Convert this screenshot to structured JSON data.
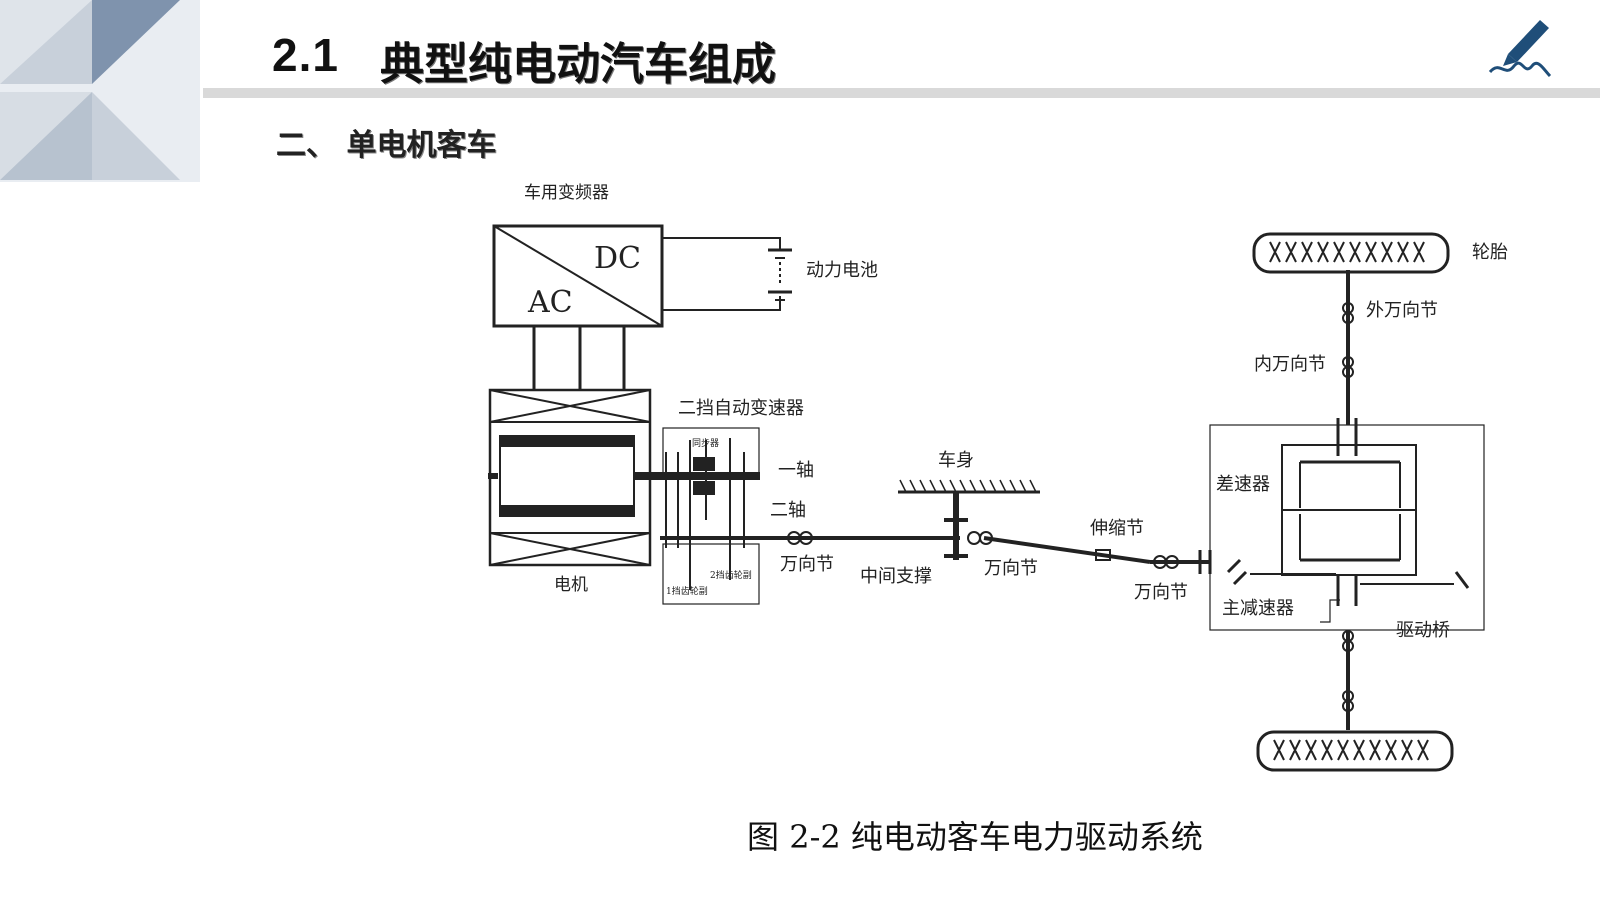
{
  "slide": {
    "title_number": "2.1",
    "title_text": "典型纯电动汽车组成",
    "subtitle": "二、 单电机客车",
    "logo_icon": "pen-signature-icon",
    "accent_color": "#1f4e79",
    "decor_color": "#7f93ad"
  },
  "diagram": {
    "inverter_label": "车用变频器",
    "inverter_dc": "DC",
    "inverter_ac": "AC",
    "battery_label": "动力电池",
    "motor_label": "电机",
    "gearbox_label": "二挡自动变速器",
    "synchronizer_label": "同步器",
    "shaft1_label": "一轴",
    "shaft2_label": "二轴",
    "gear2_label": "2挡齿轮副",
    "gear1_label": "1挡齿轮副",
    "ujoint1_label": "万向节",
    "body_label": "车身",
    "center_support_label": "中间支撑",
    "ujoint2_label": "万向节",
    "slip_joint_label": "伸缩节",
    "ujoint3_label": "万向节",
    "tire_label": "轮胎",
    "outer_cv_label": "外万向节",
    "inner_cv_label": "内万向节",
    "differential_label": "差速器",
    "final_drive_label": "主减速器",
    "drive_axle_label": "驱动桥"
  },
  "caption": "图 2-2 纯电动客车电力驱动系统"
}
